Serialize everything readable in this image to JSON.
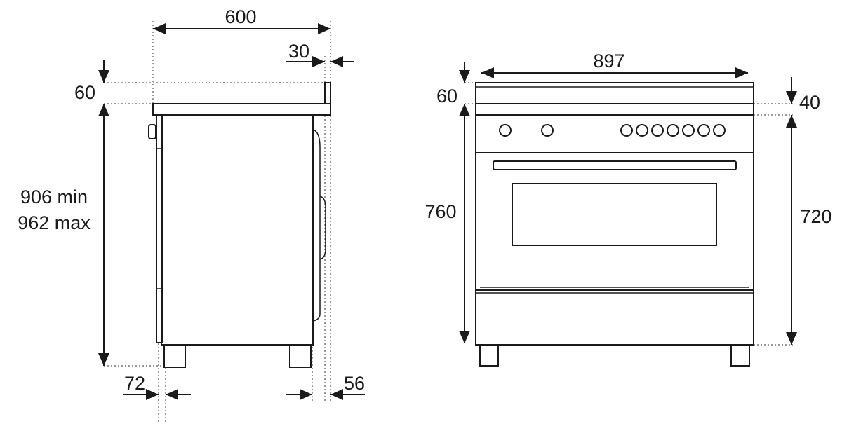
{
  "side_view": {
    "width_label": "600",
    "back_offset_label": "30",
    "top_height_label": "60",
    "height_min_label": "906 min",
    "height_max_label": "962 max",
    "front_foot_label": "72",
    "back_foot_label": "56"
  },
  "front_view": {
    "width_label": "897",
    "top_height_label": "60",
    "panel_offset_label": "40",
    "total_height_label": "760",
    "body_height_label": "720"
  },
  "colors": {
    "line": "#1a1a1a",
    "background": "#ffffff"
  }
}
